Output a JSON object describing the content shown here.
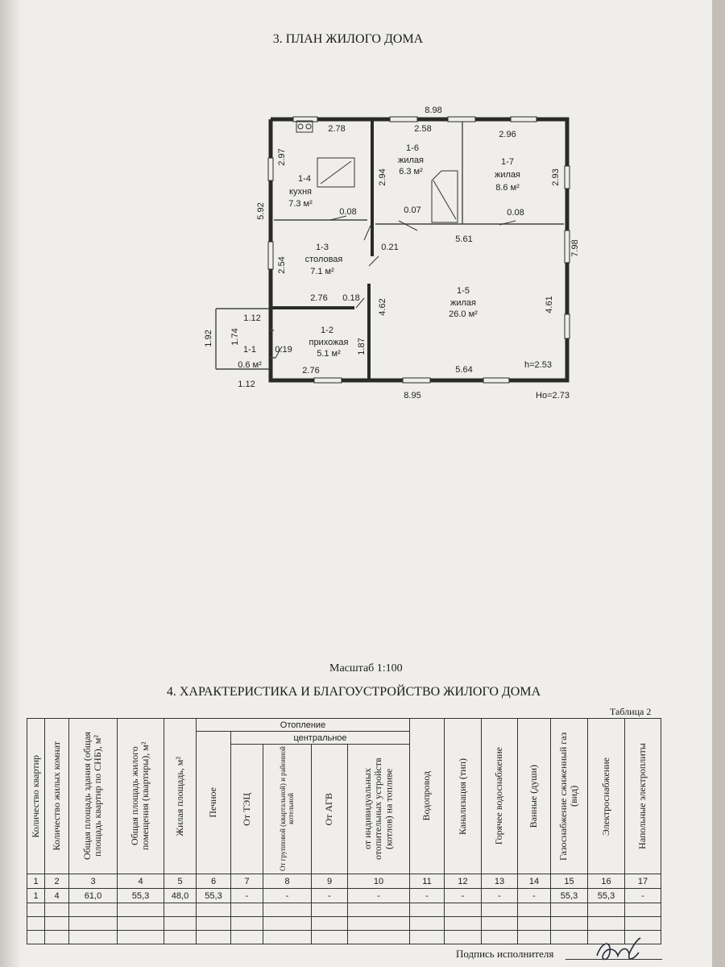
{
  "plan_title": "3. ПЛАН ЖИЛОГО ДОМА",
  "rooms": [
    {
      "id": "1-4",
      "name": "кухня",
      "area": "7.3 м²"
    },
    {
      "id": "1-3",
      "name": "столовая",
      "area": "7.1 м²"
    },
    {
      "id": "1-6",
      "name": "жилая",
      "area": "6.3 м²"
    },
    {
      "id": "1-7",
      "name": "жилая",
      "area": "8.6 м²"
    },
    {
      "id": "1-5",
      "name": "жилая",
      "area": "26.0 м²"
    },
    {
      "id": "1-2",
      "name": "прихожая",
      "area": "5.1 м²"
    },
    {
      "id": "1-1",
      "name": "",
      "area": "0.6 м²"
    }
  ],
  "dimensions": {
    "top_total": "8.98",
    "top_room_16": "2.58",
    "top_room_17": "2.96",
    "top_room_14": "2.78",
    "left_total": "5.92",
    "left_room_14": "2.97",
    "left_room_13": "2.54",
    "partition_14_16": "2.94",
    "right_room_17": "2.93",
    "right_total": "7.98",
    "wall_14_13": "0.08",
    "wall_16_15": "0.07",
    "wall_17_15": "0.08",
    "room_15_width_top": "5.61",
    "wall_13_15": "0.21",
    "room_13_width": "2.76",
    "wall_13_12": "0.18",
    "partition_12_15": "4.62",
    "right_room_15": "4.61",
    "room_12_depth": "1.87",
    "room_11_width_top": "1.12",
    "room_11_depth": "1.74",
    "room_11_outer": "1.92",
    "wall_11_12": "0.19",
    "room_12_width": "2.76",
    "room_15_width_bottom": "5.64",
    "bottom_total": "8.95",
    "room_11_width_bottom": "1.12",
    "ceiling_height": "h=2.53",
    "outer_height": "Но=2.73"
  },
  "scale": "Масштаб  1:100",
  "section_title": "4. ХАРАКТЕРИСТИКА И БЛАГОУСТРОЙСТВО ЖИЛОГО ДОМА",
  "table_label": "Таблица 2",
  "table": {
    "group_heating": "Отопление",
    "group_central": "центральное",
    "col_1": "Количество квартир",
    "col_2": "Количество жилых комнат",
    "col_3": "Общая площадь здания (общая площадь квартир по СНБ), м²",
    "col_4": "Общая площадь жилого помещения (квартиры), м²",
    "col_5": "Жилая площадь, м²",
    "col_6": "Печное",
    "col_7": "От ТЭЦ",
    "col_8": "От групповой (квартальной) и районной котельной",
    "col_9": "От АГВ",
    "col_10": "от индивидуальных отопительных устройств (котлов) на топливе",
    "col_11": "Водопровод",
    "col_12": "Канализация (тип)",
    "col_13": "Горячее водоснабжение",
    "col_14": "Ванные (души)",
    "col_15": "Газоснабжение сжиженный газ (вид)",
    "col_16": "Электроснабжение",
    "col_17": "Напольные электроплиты",
    "numbers": [
      "1",
      "2",
      "3",
      "4",
      "5",
      "6",
      "7",
      "8",
      "9",
      "10",
      "11",
      "12",
      "13",
      "14",
      "15",
      "16",
      "17"
    ],
    "row_1": [
      "1",
      "4",
      "61,0",
      "55,3",
      "48,0",
      "55,3",
      "-",
      "-",
      "-",
      "-",
      "-",
      "-",
      "-",
      "-",
      "55,3",
      "55,3",
      "-"
    ]
  },
  "signature_label": "Подпись исполнителя"
}
